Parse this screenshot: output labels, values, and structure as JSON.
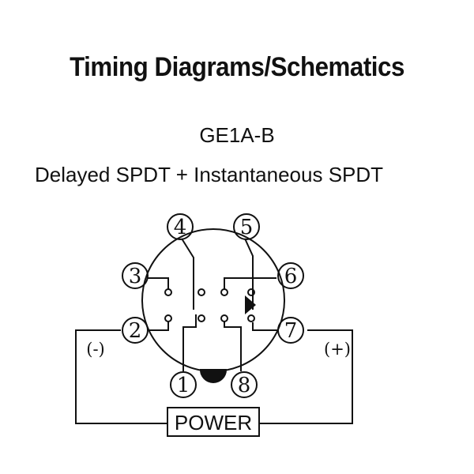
{
  "title": "Timing Diagrams/Schematics",
  "model": "GE1A-B",
  "description": "Delayed SPDT + Instantaneous SPDT",
  "schematic": {
    "pins": [
      "1",
      "2",
      "3",
      "4",
      "5",
      "6",
      "7",
      "8"
    ],
    "minus_label": "(-)",
    "plus_label": "(+)",
    "power_label": "POWER"
  }
}
